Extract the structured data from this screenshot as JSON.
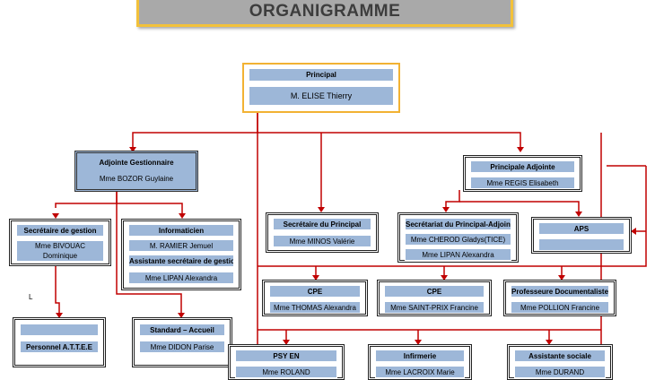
{
  "title": "ORGANIGRAMME",
  "stray_mark": "L",
  "colors": {
    "line": "#c00000",
    "bar": "#9db7d8",
    "frame": "#f2b233",
    "title_bg": "#a9a9a9"
  },
  "principal": {
    "title": "Principal",
    "name": "M. ELISE Thierry"
  },
  "adjointe_gestionnaire": {
    "title": "Adjointe Gestionnaire",
    "name": "Mme BOZOR Guylaine"
  },
  "principale_adjointe": {
    "title": "Principale Adjointe",
    "name": "Mme REGIS Elisabeth"
  },
  "secretaire_gestion": {
    "title": "Secrétaire de gestion",
    "name_line1": "Mme BIVOUAC",
    "name_line2": "Dominique"
  },
  "informaticien": {
    "title": "Informaticien",
    "name": "M. RAMIER Jemuel",
    "title2": "Assistante secrétaire de gestion",
    "name2": "Mme LIPAN Alexandra"
  },
  "secretaire_principal": {
    "title": "Secrétaire du Principal",
    "name": "Mme MINOS Valérie"
  },
  "secretariat_adjoint": {
    "title": "Secrétariat du Principal-Adjoint",
    "name": "Mme CHEROD Gladys(TICE)",
    "name2": "Mme LIPAN Alexandra"
  },
  "aps": {
    "title": "APS",
    "name": ""
  },
  "cpe1": {
    "title": "CPE",
    "name": "Mme THOMAS Alexandra"
  },
  "cpe2": {
    "title": "CPE",
    "name": "Mme SAINT-PRIX Francine"
  },
  "documentaliste": {
    "title": "Professeure Documentaliste",
    "name": "Mme POLLION Francine"
  },
  "personnel": {
    "title": "",
    "name": "Personnel A.T.T.E.E"
  },
  "standard": {
    "title": "Standard – Accueil",
    "name": "Mme DIDON Parise"
  },
  "psy": {
    "title": "PSY EN",
    "name": "Mme ROLAND"
  },
  "infirmerie": {
    "title": "Infirmerie",
    "name": "Mme LACROIX Marie"
  },
  "assistante_sociale": {
    "title": "Assistante sociale",
    "name": "Mme DURAND"
  }
}
